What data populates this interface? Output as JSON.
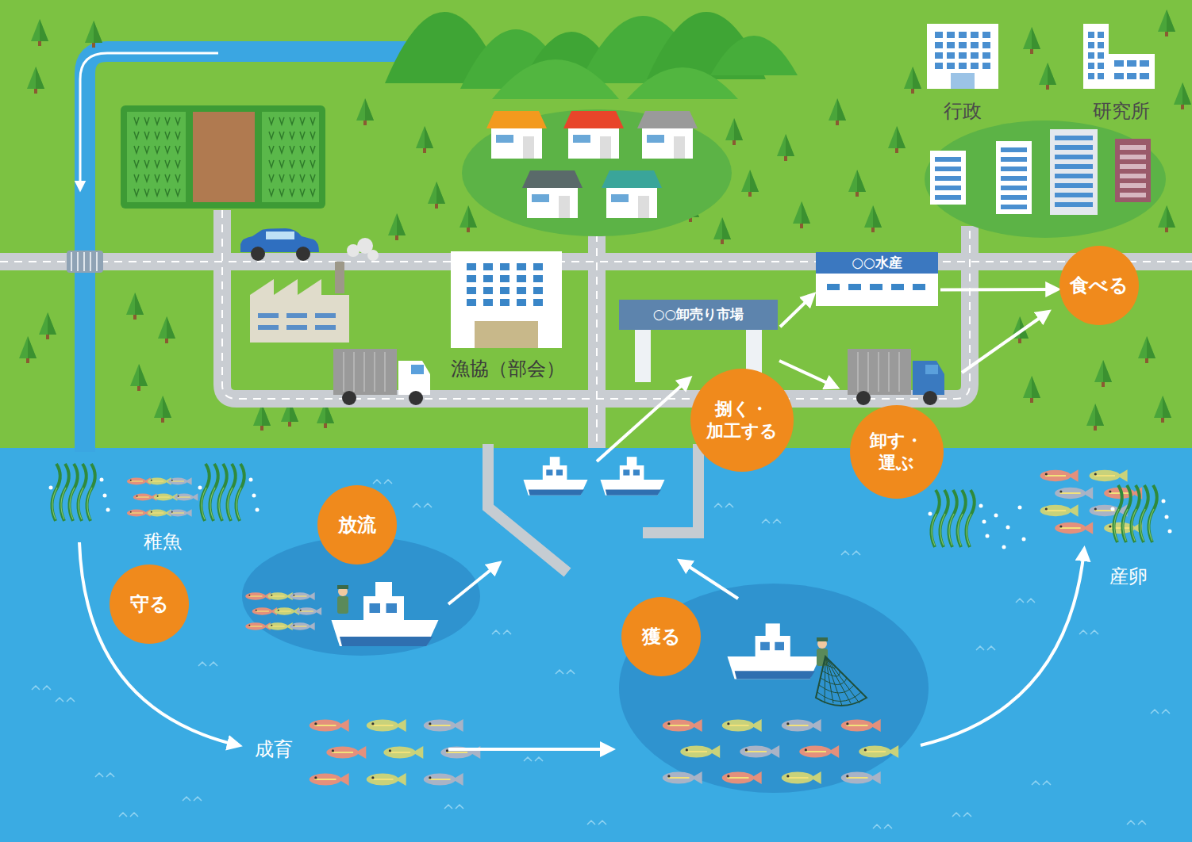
{
  "diagram": {
    "nodes": [
      {
        "text": [
          "○○水産"
        ]
      },
      {
        "text": [
          "食べる"
        ]
      },
      {
        "text": [
          "○○卸売り市場"
        ]
      },
      {
        "text": [
          "捌く・ 加工する"
        ]
      },
      {
        "text": [
          "卸す・ 運ぶ"
        ]
      },
      {
        "text": [
          "放流"
        ]
      },
      {
        "text": [
          "守る"
        ]
      },
      {
        "text": [
          "獲る"
        ]
      }
    ],
    "edges": [
      {
        "from": 2,
        "to": 0,
        "arrow": "to"
      },
      {
        "from": 0,
        "to": 1,
        "arrow": "to"
      }
    ],
    "labels": [
      "行政",
      "研究所",
      "漁協（部会）",
      "稚魚",
      "産卵",
      "成育"
    ]
  }
}
